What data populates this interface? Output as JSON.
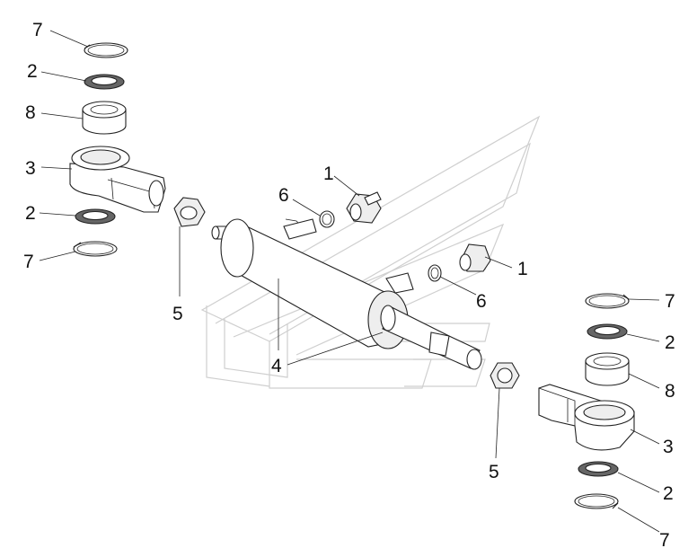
{
  "callouts": [
    {
      "id": "c7a",
      "text": "7"
    },
    {
      "id": "c2a",
      "text": "2"
    },
    {
      "id": "c8a",
      "text": "8"
    },
    {
      "id": "c3a",
      "text": "3"
    },
    {
      "id": "c2b",
      "text": "2"
    },
    {
      "id": "c7b",
      "text": "7"
    },
    {
      "id": "c5a",
      "text": "5"
    },
    {
      "id": "c6a",
      "text": "6"
    },
    {
      "id": "c1a",
      "text": "1"
    },
    {
      "id": "c4a",
      "text": "4"
    },
    {
      "id": "c1b",
      "text": "1"
    },
    {
      "id": "c6b",
      "text": "6"
    },
    {
      "id": "c7c",
      "text": "7"
    },
    {
      "id": "c2c",
      "text": "2"
    },
    {
      "id": "c8b",
      "text": "8"
    },
    {
      "id": "c3b",
      "text": "3"
    },
    {
      "id": "c5b",
      "text": "5"
    },
    {
      "id": "c2d",
      "text": "2"
    },
    {
      "id": "c7d",
      "text": "7"
    }
  ]
}
